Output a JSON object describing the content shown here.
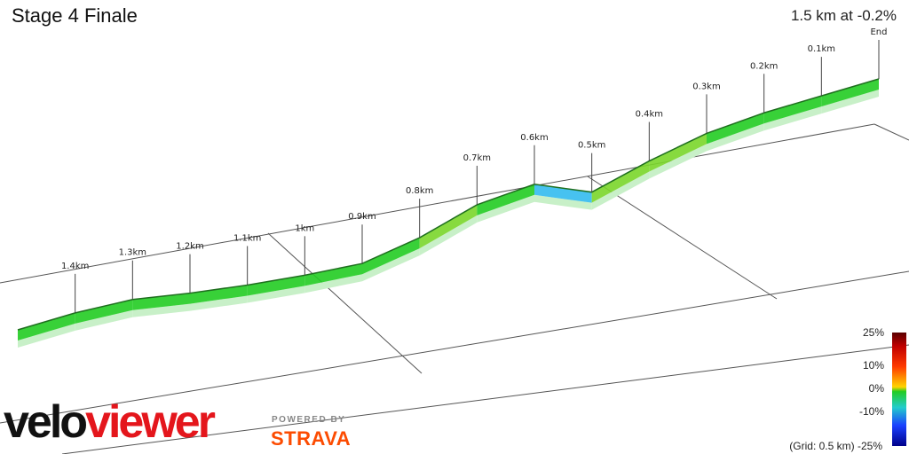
{
  "header": {
    "title": "Stage 4 Finale",
    "summary": "1.5 km at -0.2%"
  },
  "legend": {
    "labels": [
      "25%",
      "10%",
      "0%",
      "-10%",
      "-25%"
    ],
    "grid_note": "(Grid: 0.5 km)"
  },
  "branding": {
    "velo": "velo",
    "viewer": "viewer",
    "powered_by": "POWERED BY",
    "strava": "STRAVA"
  },
  "colors": {
    "gradient_flat": "#22cc22",
    "gradient_down": "#33bbee",
    "gradient_up": "#ffd400",
    "brand_red": "#e4161c",
    "strava_orange": "#fc4c02"
  },
  "chart_data": {
    "type": "area",
    "title": "Stage 4 Finale",
    "x_unit": "km to go",
    "markers": [
      "1.4km",
      "1.3km",
      "1.2km",
      "1.1km",
      "1km",
      "0.9km",
      "0.8km",
      "0.7km",
      "0.6km",
      "0.5km",
      "0.4km",
      "0.3km",
      "0.2km",
      "0.1km",
      "End"
    ],
    "distance_to_go_km": [
      1.5,
      1.4,
      1.3,
      1.2,
      1.1,
      1.0,
      0.9,
      0.8,
      0.7,
      0.6,
      0.5,
      0.4,
      0.3,
      0.2,
      0.1,
      0.0
    ],
    "relative_elevation": [
      0.0,
      0.4,
      0.6,
      0.4,
      0.3,
      0.3,
      0.4,
      1.3,
      2.6,
      3.2,
      2.2,
      3.4,
      4.4,
      5.0,
      5.4,
      5.8
    ],
    "gradient_scale_percent": [
      -25,
      -10,
      0,
      10,
      25
    ],
    "grid_spacing_km": 0.5
  }
}
